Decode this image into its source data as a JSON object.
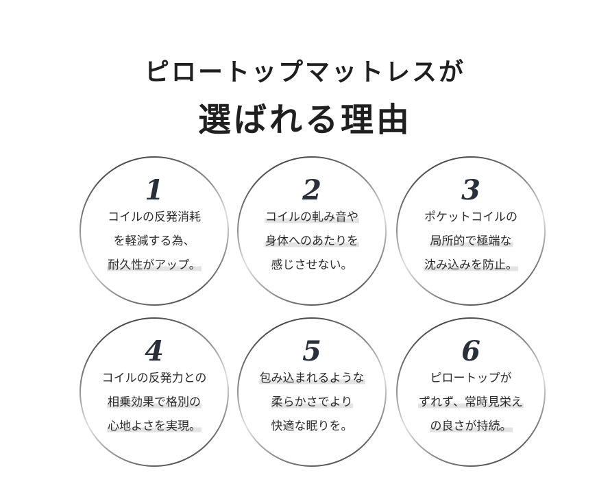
{
  "title": {
    "line1": "ピロートップマットレスが",
    "line2": "選ばれる理由"
  },
  "reasons": [
    {
      "number": "1",
      "lines": [
        {
          "text": "コイルの反発消耗",
          "highlight": false
        },
        {
          "text": "を軽減する為、",
          "highlight": false
        },
        {
          "text": "耐久性がアップ。",
          "highlight": true
        }
      ]
    },
    {
      "number": "2",
      "lines": [
        {
          "text": "コイルの軋み音や",
          "highlight": true
        },
        {
          "text": "身体へのあたりを",
          "highlight": true
        },
        {
          "text": "感じさせない。",
          "highlight": false
        }
      ]
    },
    {
      "number": "3",
      "lines": [
        {
          "text": "ポケットコイルの",
          "highlight": false
        },
        {
          "text": "局所的で極端な",
          "highlight": true
        },
        {
          "text": "沈み込みを防止。",
          "highlight": true
        }
      ]
    },
    {
      "number": "4",
      "lines": [
        {
          "text": "コイルの反発力との",
          "highlight": false
        },
        {
          "text": "相乗効果で格別の",
          "highlight": true
        },
        {
          "text": "心地よさを実現。",
          "highlight": true
        }
      ]
    },
    {
      "number": "5",
      "lines": [
        {
          "text": "包み込まれるような",
          "highlight": true
        },
        {
          "text": "柔らかさでより",
          "highlight": true
        },
        {
          "text": "快適な眠りを。",
          "highlight": false
        }
      ]
    },
    {
      "number": "6",
      "lines": [
        {
          "text": "ピロートップが",
          "highlight": false
        },
        {
          "text": "ずれず、常時見栄え",
          "highlight": true
        },
        {
          "text": "の良さが持続。",
          "highlight": true
        }
      ]
    }
  ]
}
